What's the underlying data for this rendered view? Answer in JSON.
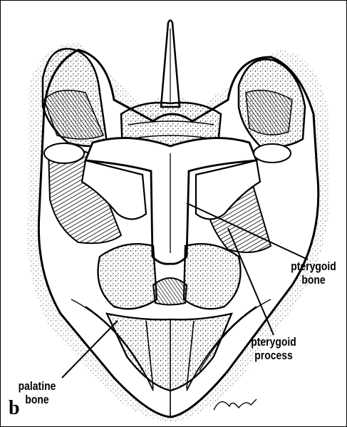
{
  "figure": {
    "panel_letter": "b",
    "artist_signature": "DM"
  },
  "labels": {
    "pterygoid_bone": {
      "line1": "pterygoid",
      "line2": "bone"
    },
    "pterygoid_process": {
      "line1": "pterygoid",
      "line2": "process"
    },
    "palatine_bone": {
      "line1": "palatine",
      "line2": "bone"
    }
  },
  "colors": {
    "ink": "#000000",
    "paper": "#ffffff"
  }
}
